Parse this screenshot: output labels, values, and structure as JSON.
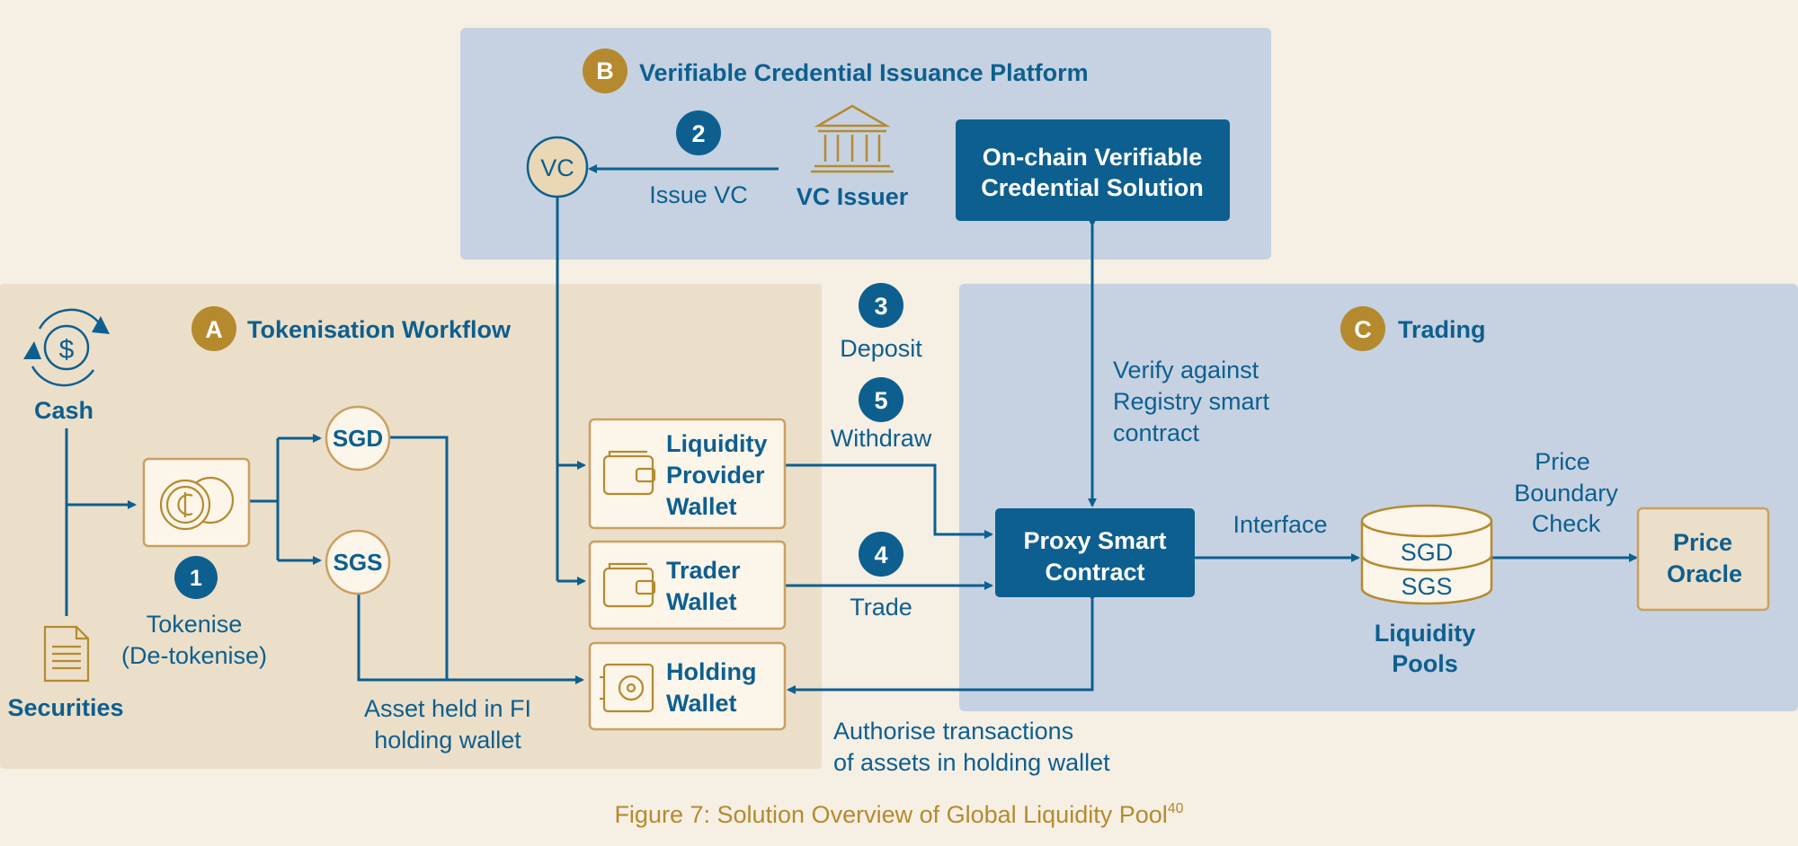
{
  "colors": {
    "background": "#f6efe4",
    "panel_blue": "#c6d2e1",
    "panel_tan": "#ecdfc9",
    "primary_blue": "#0d5f8f",
    "box_fill": "#fbf5ea",
    "gold_border": "#c9a063",
    "badge_gold": "#b58a2f",
    "caption_gold": "#b58a2f"
  },
  "sections": {
    "b": {
      "badge": "B",
      "title": "Verifiable Credential Issuance Platform"
    },
    "a": {
      "badge": "A",
      "title": "Tokenisation Workflow"
    },
    "c": {
      "badge": "C",
      "title": "Trading"
    }
  },
  "nodes": {
    "vc": "VC",
    "vc_issuer": "VC Issuer",
    "onchain": [
      "On-chain Verifiable",
      "Credential Solution"
    ],
    "cash": "Cash",
    "securities": "Securities",
    "sgd": "SGD",
    "sgs": "SGS",
    "lp_wallet": [
      "Liquidity",
      "Provider",
      "Wallet"
    ],
    "trader_wallet": [
      "Trader",
      "Wallet"
    ],
    "holding_wallet": [
      "Holding",
      "Wallet"
    ],
    "proxy": [
      "Proxy Smart",
      "Contract"
    ],
    "pools_sgd": "SGD",
    "pools_sgs": "SGS",
    "pools_label": [
      "Liquidity",
      "Pools"
    ],
    "oracle": [
      "Price",
      "Oracle"
    ]
  },
  "steps": {
    "s1": {
      "num": "1",
      "label": [
        "Tokenise",
        "(De-tokenise)"
      ]
    },
    "s2": {
      "num": "2",
      "label": "Issue VC"
    },
    "s3": {
      "num": "3",
      "label": "Deposit"
    },
    "s4": {
      "num": "4",
      "label": "Trade"
    },
    "s5": {
      "num": "5",
      "label": "Withdraw"
    }
  },
  "labels": {
    "verify": [
      "Verify against",
      "Registry smart",
      "contract"
    ],
    "interface": "Interface",
    "price_check": [
      "Price",
      "Boundary",
      "Check"
    ],
    "asset_held": [
      "Asset held in FI",
      "holding wallet"
    ],
    "authorise": [
      "Authorise transactions",
      "of assets in holding wallet"
    ]
  },
  "icons": {
    "cash": "dollar-cycle-icon",
    "securities": "document-icon",
    "token": "coin-icon",
    "issuer": "bank-building-icon",
    "wallet": "wallet-icon",
    "safe": "safe-icon",
    "pool": "database-icon"
  },
  "caption": {
    "text": "Figure 7: Solution Overview of Global Liquidity Pool",
    "sup": "40"
  }
}
